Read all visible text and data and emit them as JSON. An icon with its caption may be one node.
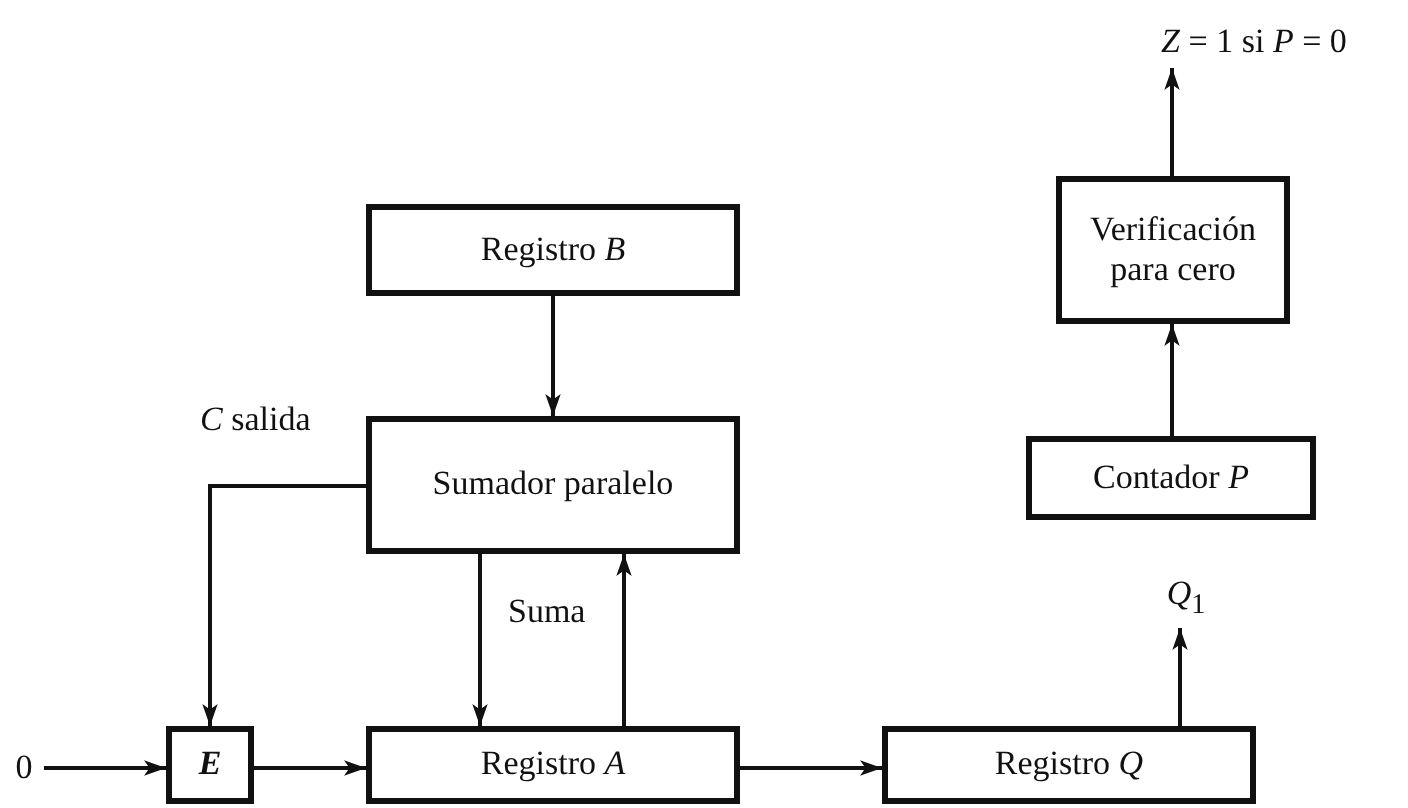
{
  "diagram": {
    "nodes": [
      {
        "text": [
          "Registro *B*"
        ]
      },
      {
        "text": [
          "Sumador paralelo"
        ]
      },
      {
        "text": [
          "E"
        ]
      },
      {
        "text": [
          "Registro *A*"
        ]
      },
      {
        "text": [
          "Registro *Q*"
        ]
      },
      {
        "text": [
          "Verificación para cero"
        ]
      },
      {
        "text": [
          "Contador *P*"
        ]
      },
      {
        "text": [
          "0"
        ]
      },
      {
        "text": [
          "*Z* = 1 si *P* = 0"
        ]
      },
      {
        "text": [
          "*Q*$_{1}$"
        ]
      }
    ],
    "edges": [
      {
        "from": 0,
        "to": 1,
        "arrow": "to"
      },
      {
        "from": 1,
        "to": 2,
        "arrow": "to",
        "label": "*C* salida"
      },
      {
        "from": 1,
        "to": 3,
        "arrow": "to",
        "label": "Suma"
      },
      {
        "from": 3,
        "to": 1,
        "arrow": "to"
      },
      {
        "from": 7,
        "to": 2,
        "arrow": "to"
      },
      {
        "from": 2,
        "to": 3,
        "arrow": "to"
      },
      {
        "from": 3,
        "to": 4,
        "arrow": "to"
      },
      {
        "from": 4,
        "to": 9,
        "arrow": "to"
      },
      {
        "from": 6,
        "to": 5,
        "arrow": "to"
      },
      {
        "from": 5,
        "to": 8,
        "arrow": "to"
      }
    ]
  }
}
